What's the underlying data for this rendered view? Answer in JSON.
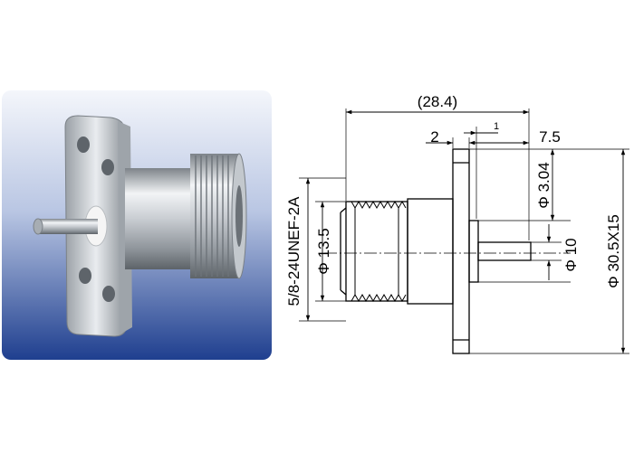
{
  "drawing": {
    "overall_length": "(28.4)",
    "flange_thickness": "2",
    "offset": "1",
    "pin_length": "7.5",
    "pin_diameter": "Φ 3.04",
    "thread_diameter": "Φ 13.5",
    "thread_spec": "5/8-24UNEF-2A",
    "body_diameter": "Φ 10",
    "flange_size": "Φ 30.5X15"
  }
}
